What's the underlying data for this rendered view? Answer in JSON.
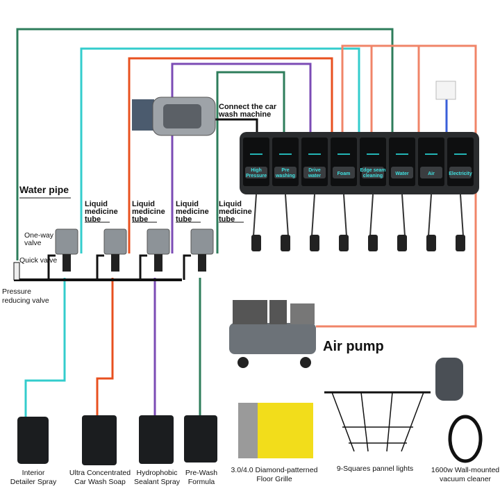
{
  "colors": {
    "water_green": "#2e7d5b",
    "cyan": "#33cccc",
    "orange": "#e8501f",
    "purple": "#7b4bb5",
    "salmon": "#f08468",
    "electric_blue": "#3a5fd9",
    "black": "#111111"
  },
  "machine_label": "Connect the car wash machine",
  "water_pipe_label": "Water pipe",
  "tube_labels": [
    "Liquid medicine tube",
    "Liquid medicine tube",
    "Liquid medicine tube",
    "Liquid medicine tube"
  ],
  "one_way_valve": "One-way valve",
  "quick_valve": "Quick valve",
  "pressure_valve": "Pressure reducing valve",
  "cabinet_cells": [
    "High Pressure",
    "Pre washing",
    "Drive water",
    "Foam",
    "Edge seam cleaning",
    "Water",
    "Air",
    "Electricity"
  ],
  "air_pump": "Air pump",
  "products": [
    "Interior Detailer Spray",
    "Ultra Concentrated Car Wash Soap",
    "Hydrophobic Sealant Spray",
    "Pre-Wash Formula"
  ],
  "accessories": [
    "3.0/4.0 Diamond-patterned Floor Grille",
    "9-Squares pannel lights",
    "1600w Wall-mounted vacuum cleaner"
  ]
}
